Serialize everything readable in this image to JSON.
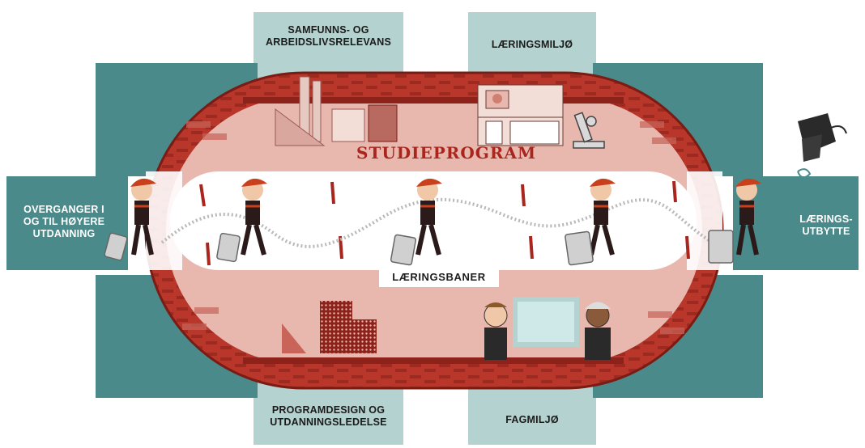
{
  "labels": {
    "top_left": "SAMFUNNS- OG\nARBEIDSLIVSRELEVANS",
    "top_right": "LÆRINGSMILJØ",
    "left": "OVERGANGER I\nOG TIL HØYERE\nUTDANNING",
    "right": "LÆRINGS-\nUTBYTTE",
    "bottom_left": "PROGRAMDESIGN OG\nUTDANNINGSLEDELSE",
    "bottom_right": "FAGMILJØ",
    "center_title": "STUDIEPROGRAM",
    "path_label": "LÆRINGSBANER"
  },
  "colors": {
    "teal_dark": "#4a8a8a",
    "teal_light": "#b4d2cf",
    "brick_red": "#b8362a",
    "dark_red": "#8c2219",
    "pink_track": "#e8b7ae",
    "text_red": "#a8261d"
  },
  "icons": [
    "factory-icon",
    "building-icon",
    "microscope-icon",
    "graduation-cap-icon",
    "teacher-icon",
    "student-figure-icon",
    "suitcase-icon",
    "brick-blocks-icon"
  ]
}
